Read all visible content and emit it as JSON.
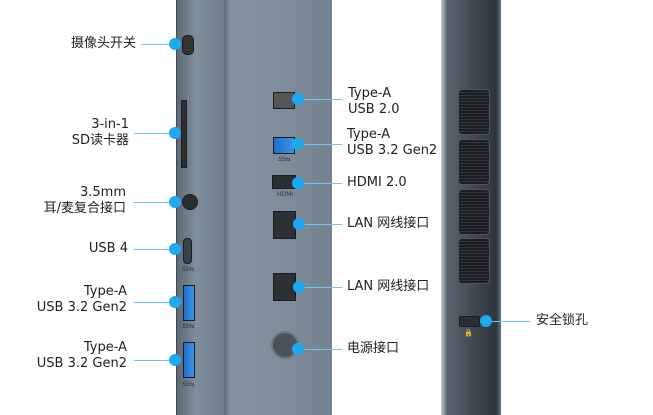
{
  "left_labels": {
    "camera_switch": "摄像头开关",
    "sd_line1": "3-in-1",
    "sd_line2": "SD读卡器",
    "audio_line1": "3.5mm",
    "audio_line2": "耳/麦复合接口",
    "usb4": "USB 4",
    "typea1_line1": "Type-A",
    "typea1_line2": "USB 3.2 Gen2",
    "typea2_line1": "Type-A",
    "typea2_line2": "USB 3.2 Gen2"
  },
  "front_labels": {
    "usb2_line1": "Type-A",
    "usb2_line2": "USB 2.0",
    "usb32_line1": "Type-A",
    "usb32_line2": "USB 3.2 Gen2",
    "hdmi": "HDMI 2.0",
    "lan1": "LAN 网线接口",
    "lan2": "LAN 网线接口",
    "power": "电源接口"
  },
  "right_labels": {
    "lock": "安全锁孔"
  },
  "port_marks": {
    "hdmi": "HDMI",
    "ss": "SS⇆"
  },
  "colors": {
    "accent": "#1eaaf1",
    "usb3": "#2f84dc"
  }
}
